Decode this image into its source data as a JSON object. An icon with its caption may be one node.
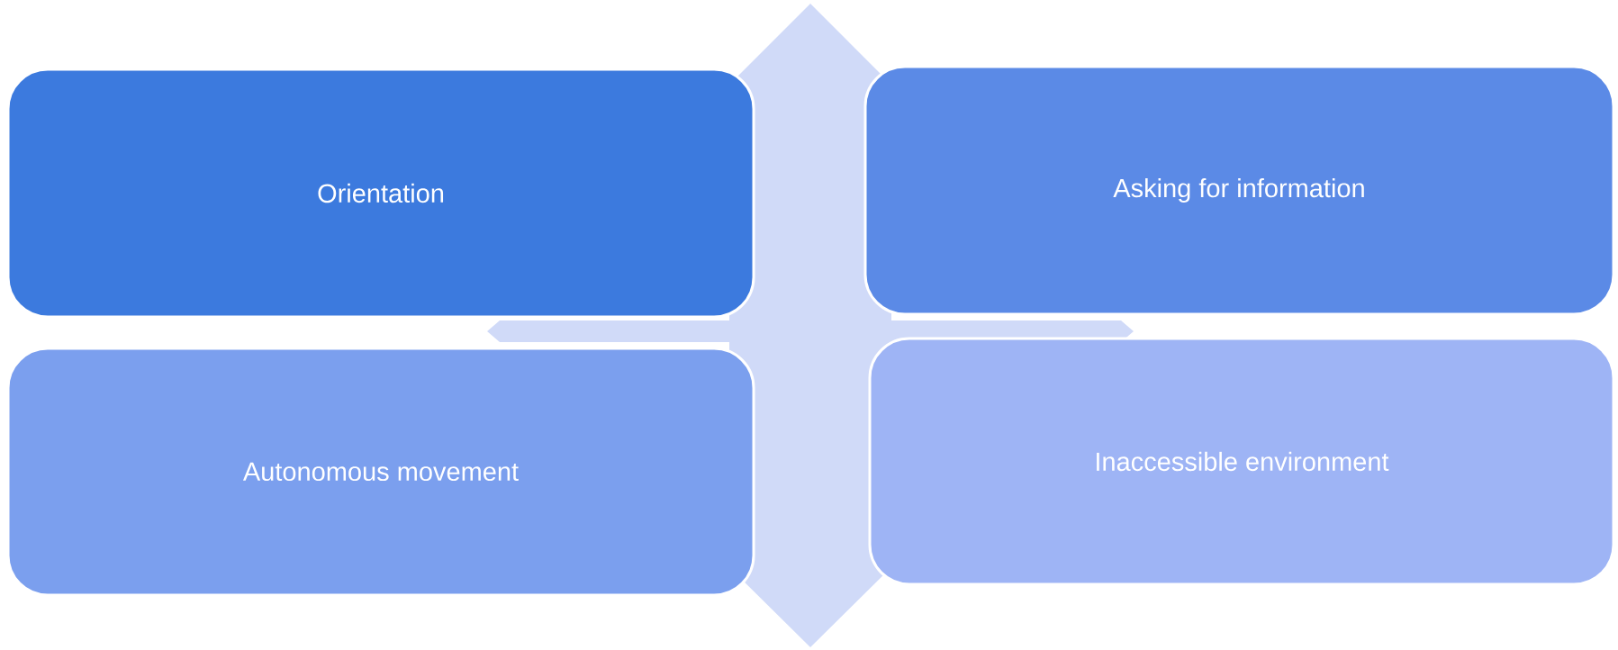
{
  "diagram": {
    "nodes": [
      {
        "text": [
          "Orientation"
        ]
      },
      {
        "text": [
          "Asking for information"
        ]
      },
      {
        "text": [
          "Autonomous movement"
        ]
      },
      {
        "text": [
          "Inaccessible environment"
        ]
      }
    ]
  }
}
